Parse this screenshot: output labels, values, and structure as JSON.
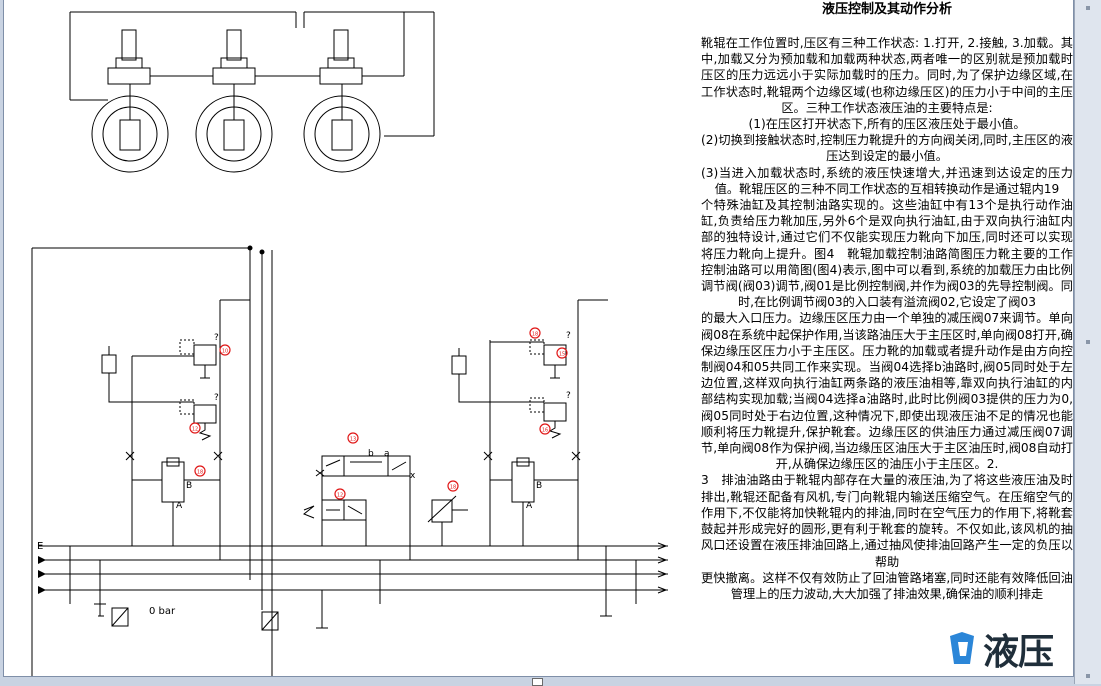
{
  "page": {
    "title": "液压控制及其动作分析",
    "paragraphs": [
      "靴辊在工作位置时,压区有三种工作状态: 1.打开, 2.接触, 3.加载。其中,加载又分为预加载和加载两种状态,两者唯一的区别就是预加载时压区的压力远远小于实际加载时的压力。同时,为了保护边缘区域,在工作状态时,靴辊两个边缘区域(也称边缘压区)的压力小于中间的主压区。三种工作状态液压油的主要特点是:",
      "(1)在压区打开状态下,所有的压区液压处于最小值。",
      "(2)切换到接触状态时,控制压力靴提升的方向阀关闭,同时,主压区的液压达到设定的最小值。",
      "(3)当进入加载状态时,系统的液压快速增大,并迅速到达设定的压力值。靴辊压区的三种不同工作状态的互相转换动作是通过辊内19",
      "个特殊油缸及其控制油路实现的。这些油缸中有13个是执行动作油缸,负责给压力靴加压,另外6个是双向执行油缸,由于双向执行油缸内部的独特设计,通过它们不仅能实现压力靴向下加压,同时还可以实现将压力靴向上提升。图4　靴辊加载控制油路简图压力靴主要的工作控制油路可以用简图(图4)表示,图中可以看到,系统的加载压力由比例调节阀(阀03)调节,阀01是比例控制阀,并作为阀03的先导控制阀。同时,在比例调节阀03的入口装有溢流阀02,它设定了阀03",
      "的最大入口压力。边缘压区压力由一个单独的减压阀07来调节。单向阀08在系统中起保护作用,当该路油压大于主压区时,单向阀08打开,确保边缘压区压力小于主压区。压力靴的加载或者提升动作是由方向控制阀04和05共同工作来实现。当阀04选择b油路时,阀05同时处于左边位置,这样双向执行油缸两条路的液压油相等,靠双向执行油缸的内部结构实现加载;当阀04选择a油路时,此时比例阀03提供的压力为0,阀05同时处于右边位置,这种情况下,即使出现液压油不足的情况也能顺利将压力靴提升,保护靴套。边缘压区的供油压力通过减压阀07调节,单向阀08作为保护阀,当边缘压区油压大于主区油压时,阀08自动打开,从确保边缘压区的油压小于主压区。2.",
      "3　排油油路由于靴辊内部存在大量的液压油,为了将这些液压油及时排出,靴辊还配备有风机,专门向靴辊内输送压缩空气。在压缩空气的作用下,不仅能将加快靴辊内的排油,同时在空气压力的作用下,将靴套鼓起并形成完好的圆形,更有利于靴套的旋转。不仅如此,该风机的抽风口还设置在液压排油回路上,通过抽风使排油回路产生一定的负压以帮助",
      "更快撤离。这样不仅有效防止了回油管路堵塞,同时还能有效降低回油管理上的压力波动,大大加强了排油效果,确保油的顺利排走"
    ]
  },
  "diagram": {
    "labels": {
      "gauge": "0 bar",
      "line_e": "E",
      "port_b_left": "B",
      "port_a_left": "A",
      "port_b_right": "B",
      "port_a_right": "A",
      "valve_a": "a",
      "valve_b": "b",
      "valve_x": "x",
      "q1": "?",
      "q2": "?",
      "q3": "?",
      "q4": "?"
    },
    "markers": [
      "10",
      "12",
      "18",
      "13",
      "12",
      "18",
      "18",
      "15",
      "16"
    ],
    "marker_color": "#e01818",
    "line_color": "#000000"
  },
  "watermark": {
    "text": "液压"
  }
}
